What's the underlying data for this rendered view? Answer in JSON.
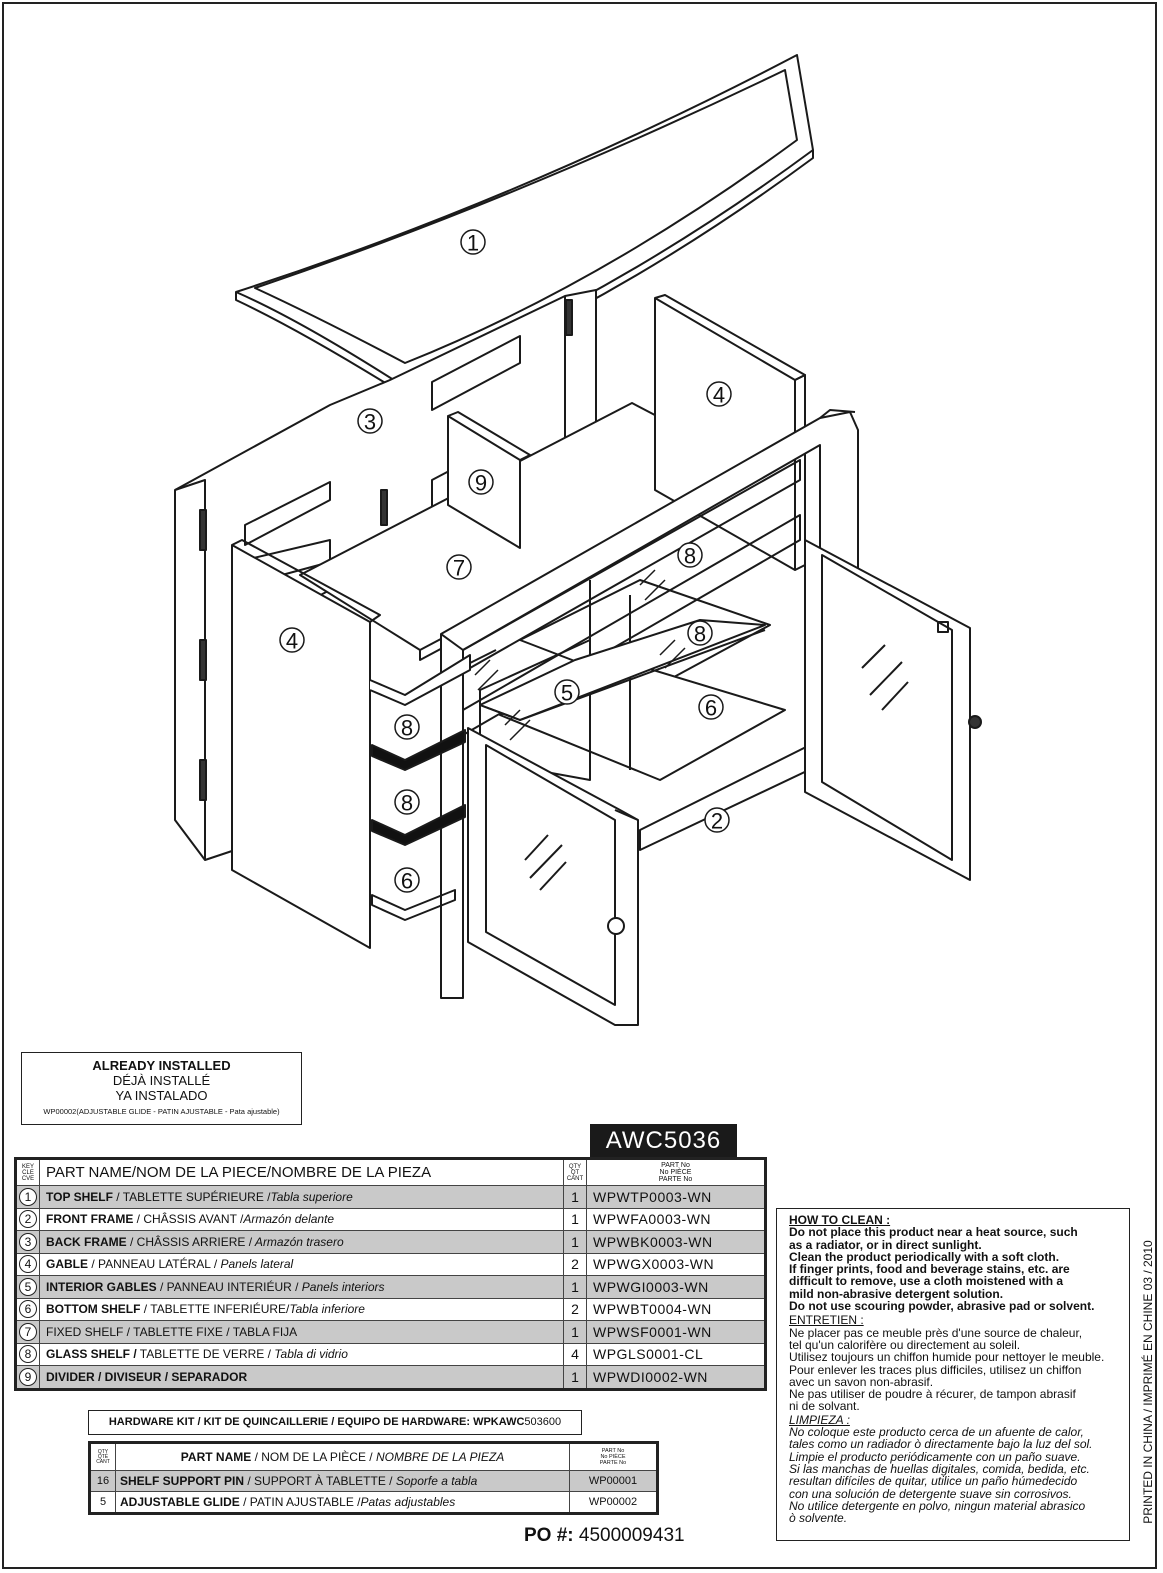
{
  "diagram": {
    "callouts": [
      "1",
      "2",
      "3",
      "4",
      "4",
      "5",
      "6",
      "6",
      "7",
      "8",
      "8",
      "8",
      "8",
      "9"
    ]
  },
  "installed": {
    "line1": "ALREADY INSTALLED",
    "line2": "DÉJÀ INSTALLÉ",
    "line3": "YA INSTALADO",
    "line4": "WP00002(ADJUSTABLE GLIDE - PATIN AJUSTABLE - Pata ajustable)"
  },
  "model": "AWC5036",
  "parts": {
    "header": {
      "key": [
        "KEY",
        "CLE",
        "CVE"
      ],
      "name": "PART NAME/NOM DE LA PIECE/NOMBRE DE LA PIEZA",
      "qty": [
        "QTY",
        "QT",
        "CANT"
      ],
      "partno": [
        "PART No",
        "No PIÈCE",
        "PARTE No"
      ]
    },
    "rows": [
      {
        "key": "1",
        "name_en": "TOP SHELF",
        "name_fr": " / TABLETTE SUPÉRIEURE /",
        "name_es": "Tabla superiore",
        "qty": "1",
        "pn": "WPWTP0003-WN"
      },
      {
        "key": "2",
        "name_en": "FRONT FRAME",
        "name_fr": " / CHÂSSIS AVANT /",
        "name_es": "Armazón delante",
        "qty": "1",
        "pn": "WPWFA0003-WN"
      },
      {
        "key": "3",
        "name_en": "BACK FRAME",
        "name_fr": " / CHÂSSIS ARRIERE /",
        "name_es": " Armazón trasero",
        "qty": "1",
        "pn": "WPWBK0003-WN"
      },
      {
        "key": "4",
        "name_en": "GABLE",
        "name_fr": " / PANNEAU LATÉRAL /",
        "name_es": " Panels lateral",
        "qty": "2",
        "pn": "WPWGX0003-WN"
      },
      {
        "key": "5",
        "name_en": "INTERIOR GABLES",
        "name_fr": " / PANNEAU INTERIÉUR /",
        "name_es": " Panels interiors",
        "qty": "1",
        "pn": "WPWGI0003-WN"
      },
      {
        "key": "6",
        "name_en": "BOTTOM SHELF",
        "name_fr": " / TABLETTE INFERIÉURE/",
        "name_es": "Tabla inferiore",
        "qty": "2",
        "pn": "WPWBT0004-WN"
      },
      {
        "key": "7",
        "name_en": "",
        "name_fr": "FIXED SHELF / TABLETTE FIXE / TABLA FIJA",
        "name_es": "",
        "qty": "1",
        "pn": "WPWSF0001-WN"
      },
      {
        "key": "8",
        "name_en": "GLASS SHELF /",
        "name_fr": " TABLETTE DE VERRE /",
        "name_es": "  Tabla di vidrio",
        "qty": "4",
        "pn": "WPGLS0001-CL"
      },
      {
        "key": "9",
        "name_en": "DIVIDER / DIVISEUR / SEPARADOR",
        "name_fr": "",
        "name_es": "",
        "qty": "1",
        "pn": "WPWDI0002-WN"
      }
    ]
  },
  "hardware": {
    "title_bold": "HARDWARE KIT / KIT DE QUINCAILLERIE /  EQUIPO DE HARDWARE: WPKAWC",
    "title_rest": "503600",
    "header": {
      "qty": [
        "QTY",
        "QTÉ",
        "CANT"
      ],
      "name_bold": "PART NAME",
      "name_fr": " / NOM DE LA PIÈCE / ",
      "name_es": "NOMBRE DE LA PIEZA",
      "partno": [
        "PART No",
        "No PIÈCE",
        "PARTE No"
      ]
    },
    "rows": [
      {
        "qty": "16",
        "name_en": "SHELF SUPPORT PIN",
        "name_fr": " / SUPPORT À TABLETTE /",
        "name_es": " Soporfe a tabla",
        "pn": "WP00001"
      },
      {
        "qty": "5",
        "name_en": "ADJUSTABLE GLIDE",
        "name_fr": " / PATIN AJUSTABLE /",
        "name_es": "Patas adjustables",
        "pn": "WP00002"
      }
    ]
  },
  "po": {
    "label": "PO #:",
    "value": " 4500009431"
  },
  "clean": {
    "title": "HOW TO CLEAN :",
    "en": [
      "Do not place this product near a heat source, such",
      "as a radiator, or in direct sunlight.",
      "Clean the product periodically with a soft cloth.",
      "If finger prints, food and beverage stains, etc. are",
      "difficult to remove, use a cloth moistened with a",
      "mild non-abrasive detergent solution.",
      "Do not use scouring powder, abrasive pad or solvent."
    ],
    "fr_title": "ENTRETIEN :",
    "fr": [
      "Ne placer pas ce meuble près d'une source de chaleur,",
      "tel qu'un calorifère ou directement au soleil.",
      "Utilisez toujours un chiffon humide pour nettoyer le meuble.",
      "Pour enlever les traces plus difficiles, utilisez un chiffon",
      "avec un savon non-abrasif.",
      "Ne pas utiliser de poudre à récurer, de tampon abrasif",
      "ni de solvant."
    ],
    "es_title": "LIMPIEZA :",
    "es": [
      "No coloque este producto cerca de un afuente de calor,",
      "tales como un radiador ò directamente bajo la luz del sol.",
      "Limpie el producto periódicamente con un paño suave.",
      "Si las manchas de huellas digitales, comida, bedida, etc.",
      "resultan difíciles de quitar, utilice un paño húmedecido",
      "con una solución de detergente suave sin corrosivos.",
      "No utilice detergente en polvo, ningun material abrasico",
      "ò solvente."
    ]
  },
  "printed": "PRINTED IN CHINA / IMPRIMÉ EN CHINE   03 / 2010"
}
